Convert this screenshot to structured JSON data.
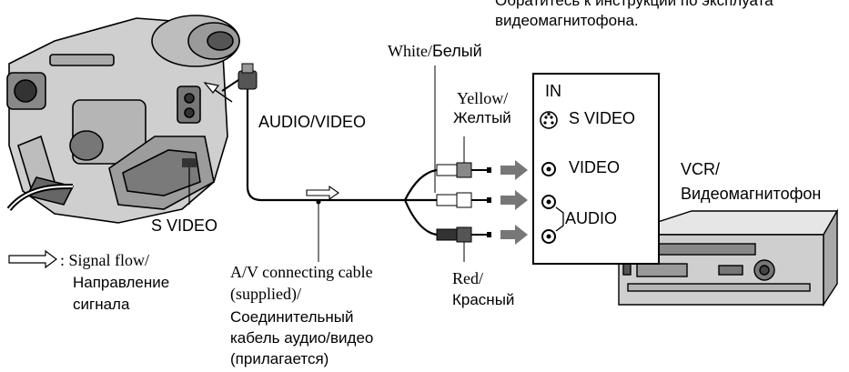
{
  "top_note": {
    "line1": "Обратитесь к инструкции по эксплуата",
    "line2": "видеомагнитофона."
  },
  "labels": {
    "white": "White/",
    "white_ru": "Белый",
    "yellow": "Yellow/",
    "yellow_ru": "Желтый",
    "red": "Red/",
    "red_ru": "Красный",
    "audio_video_jack": "AUDIO/VIDEO",
    "s_video_jack": "S VIDEO",
    "signal_flow": ": Signal flow/",
    "signal_flow_ru1": "Направление",
    "signal_flow_ru2": "сигнала",
    "cable_en1": "A/V connecting cable",
    "cable_en2": "(supplied)/",
    "cable_ru1": "Соединительный",
    "cable_ru2": "кабель аудио/видео",
    "cable_ru3": "(прилагается)",
    "vcr": "VCR/",
    "vcr_ru": "Видеомагнитофон"
  },
  "vcr_panel": {
    "title": "IN",
    "s_video": "S VIDEO",
    "video": "VIDEO",
    "audio": "AUDIO"
  }
}
